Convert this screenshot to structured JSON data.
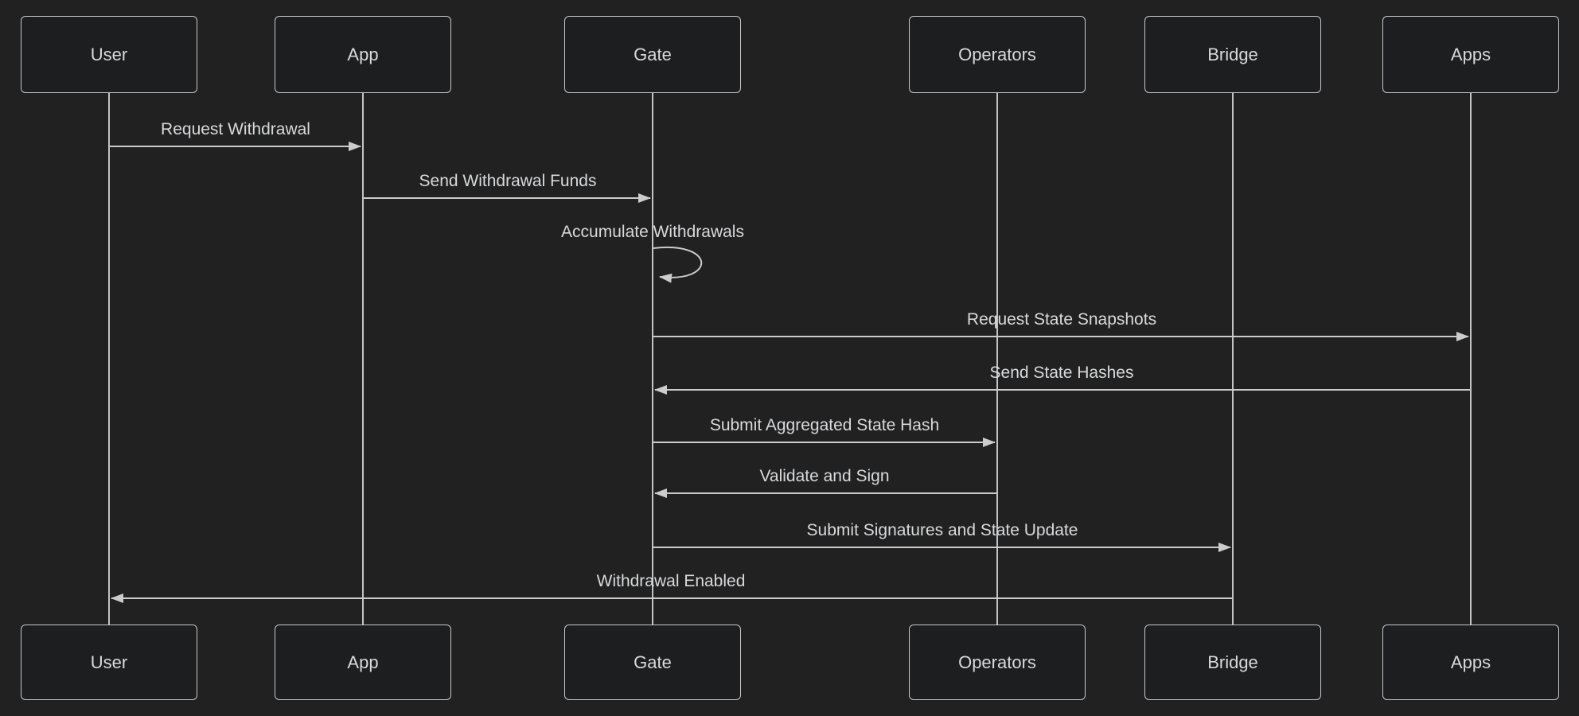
{
  "diagram": {
    "type": "sequence-diagram",
    "colors": {
      "background": "#212122",
      "actor_fill": "#1d1e1f",
      "actor_border": "#c7c8ca",
      "text": "#d8d9da",
      "signal_line": "#cccccc",
      "lifeline": "#c2c3c5"
    },
    "actors": [
      {
        "id": "user",
        "label": "User"
      },
      {
        "id": "app",
        "label": "App"
      },
      {
        "id": "gate",
        "label": "Gate"
      },
      {
        "id": "operators",
        "label": "Operators"
      },
      {
        "id": "bridge",
        "label": "Bridge"
      },
      {
        "id": "apps",
        "label": "Apps"
      }
    ],
    "messages": [
      {
        "from": "User",
        "to": "App",
        "label": "Request Withdrawal",
        "kind": "solid-arrow"
      },
      {
        "from": "App",
        "to": "Gate",
        "label": "Send Withdrawal Funds",
        "kind": "solid-arrow"
      },
      {
        "from": "Gate",
        "to": "Gate",
        "label": "Accumulate Withdrawals",
        "kind": "self-loop"
      },
      {
        "from": "Gate",
        "to": "Apps",
        "label": "Request State Snapshots",
        "kind": "solid-arrow"
      },
      {
        "from": "Apps",
        "to": "Gate",
        "label": "Send State Hashes",
        "kind": "solid-arrow"
      },
      {
        "from": "Gate",
        "to": "Operators",
        "label": "Submit Aggregated State Hash",
        "kind": "solid-arrow"
      },
      {
        "from": "Operators",
        "to": "Gate",
        "label": "Validate and Sign",
        "kind": "solid-arrow"
      },
      {
        "from": "Gate",
        "to": "Bridge",
        "label": "Submit Signatures and State Update",
        "kind": "solid-arrow"
      },
      {
        "from": "Bridge",
        "to": "User",
        "label": "Withdrawal Enabled",
        "kind": "solid-arrow"
      }
    ]
  }
}
